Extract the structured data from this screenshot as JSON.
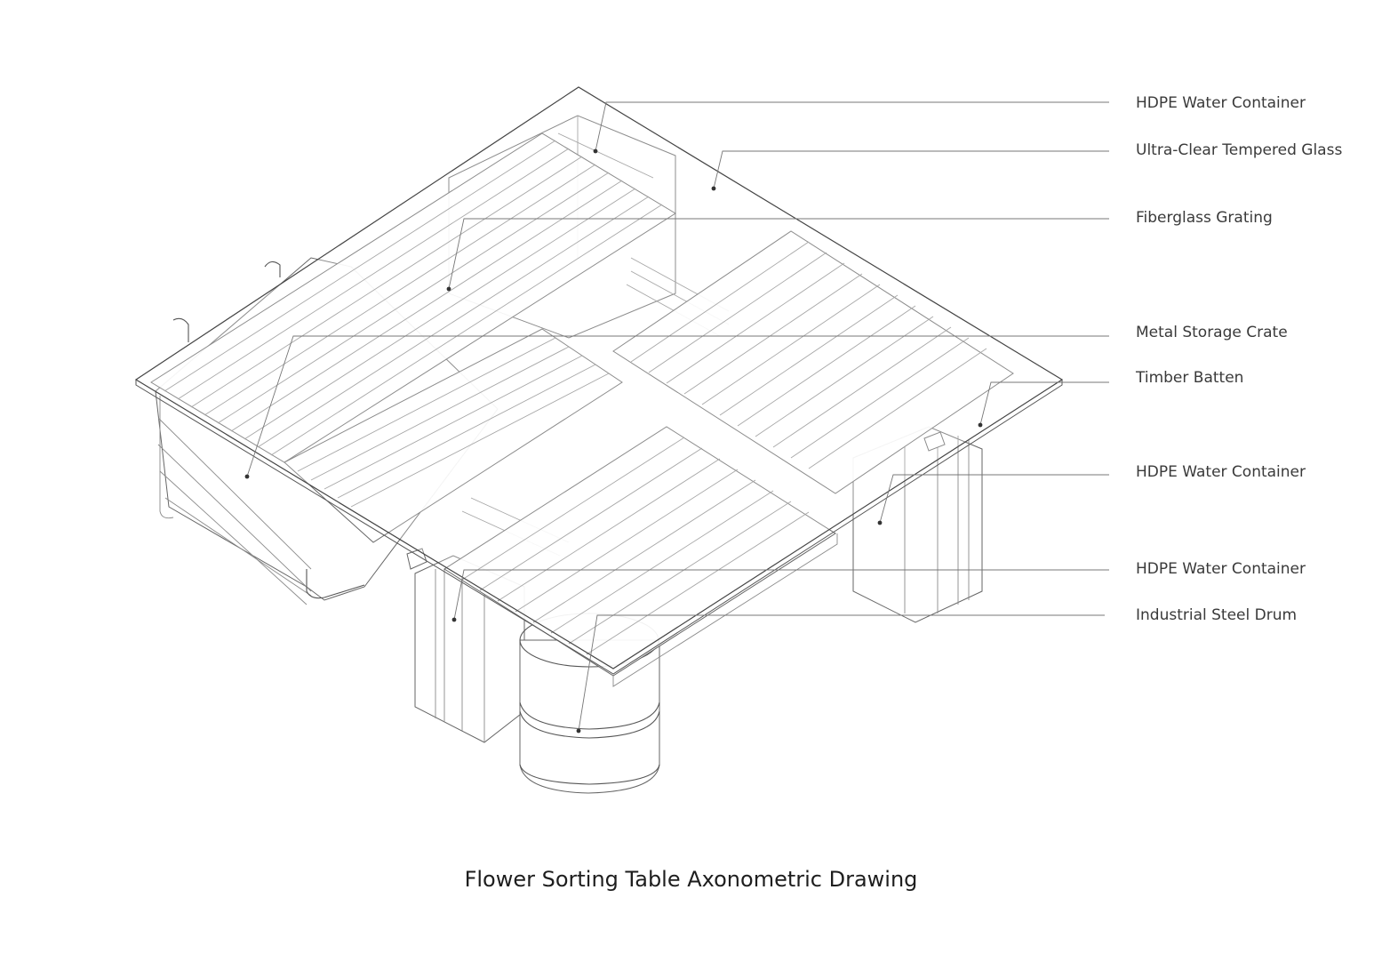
{
  "labels": [
    "HDPE Water Container",
    "Ultra-Clear Tempered Glass",
    "Fiberglass Grating",
    "Metal Storage Crate",
    "Timber Batten",
    "HDPE Water Container",
    "HDPE Water Container",
    "Industrial Steel Drum"
  ],
  "caption": "Flower Sorting Table Axonometric Drawing"
}
